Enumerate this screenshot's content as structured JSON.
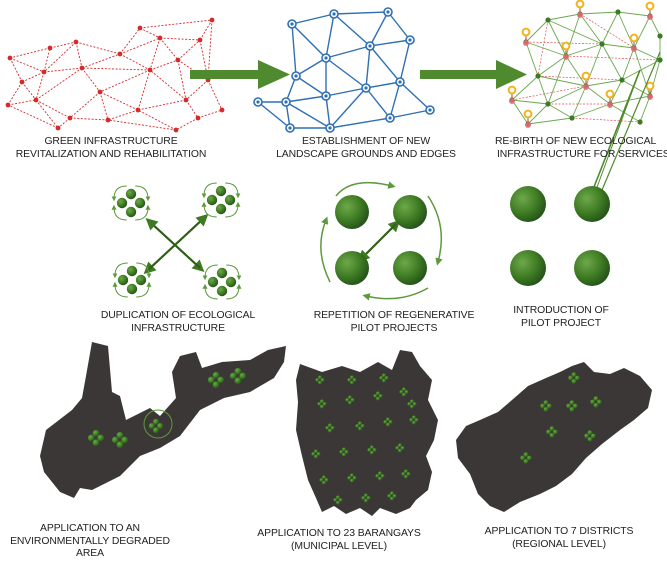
{
  "colors": {
    "red_network": "#d42a2a",
    "blue_network": "#2f6fb3",
    "green_node": "#4a8a2a",
    "dark_node": "#2f5e17",
    "arrow_green": "#4f8a2e",
    "map_fill": "#3b3736",
    "marker_orange": "#f4b21c",
    "marker_pink": "#e8687a"
  },
  "captions": {
    "stage1": [
      "GREEN INFRASTRUCTURE",
      "REVITALIZATION AND REHABILITATION"
    ],
    "stage2": [
      "ESTABLISHMENT OF NEW",
      "LANDSCAPE GROUNDS AND EDGES"
    ],
    "stage3": [
      "RE-BIRTH OF NEW ECOLOGICAL",
      "INFRASTRUCTURE FOR SERVICES"
    ],
    "dup": [
      "DUPLICATION OF  ECOLOGICAL",
      "INFRASTRUCTURE"
    ],
    "rep": [
      "REPETITION OF REGENERATIVE",
      "PILOT PROJECTS"
    ],
    "intro": [
      "INTRODUCTION OF",
      "PILOT PROJECT"
    ],
    "app1": [
      "APPLICATION TO AN",
      "ENVIRONMENTALLY DEGRADED",
      "AREA"
    ],
    "app2": [
      "APPLICATION TO 23 BARANGAYS",
      "(MUNICIPAL LEVEL)"
    ],
    "app3": [
      "APPLICATION TO 7 DISTRICTS",
      "(REGIONAL LEVEL)"
    ]
  },
  "icons": [
    "network-red-dotted",
    "network-blue",
    "network-green-with-pins",
    "flow-arrow",
    "cluster-dots",
    "district-map"
  ]
}
